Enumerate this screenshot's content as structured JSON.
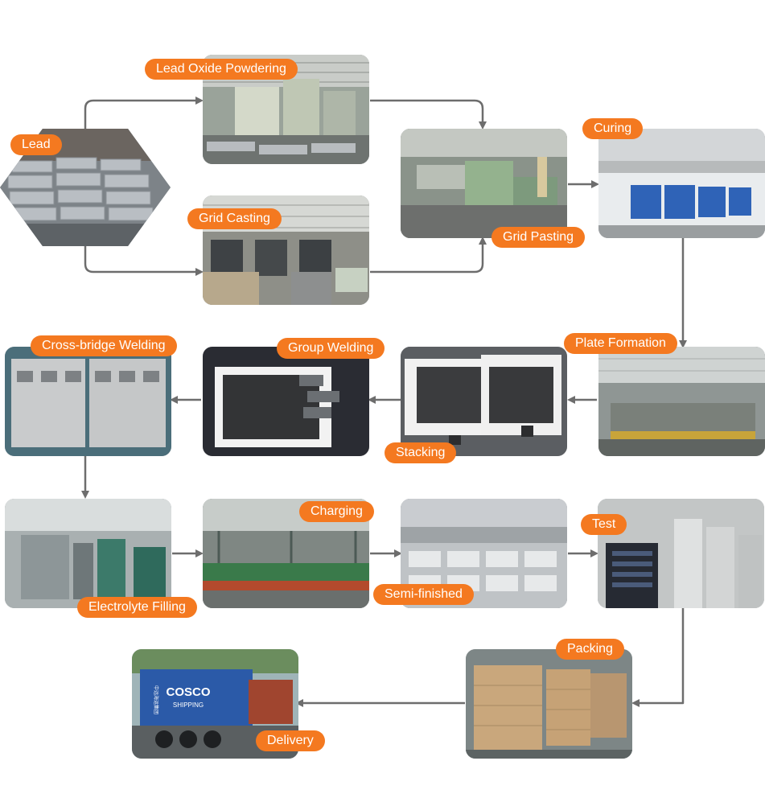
{
  "steps": {
    "lead": "Lead",
    "lead_oxide_powdering": "Lead Oxide Powdering",
    "grid_casting": "Grid Casting",
    "grid_pasting": "Grid Pasting",
    "curing": "Curing",
    "plate_formation": "Plate Formation",
    "stacking": "Stacking",
    "group_welding": "Group Welding",
    "cross_bridge_welding": "Cross-bridge Welding",
    "electrolyte_filling": "Electrolyte Filling",
    "charging": "Charging",
    "semi_finished": "Semi-finished",
    "test": "Test",
    "packing": "Packing",
    "delivery": "Delivery"
  },
  "container_text": {
    "brand": "COSCO",
    "subbrand": "SHIPPING",
    "chinese": "中远海运集团"
  },
  "colors": {
    "label_bg": "#f47920",
    "label_text": "#ffffff",
    "arrow": "#6d6d6d"
  }
}
